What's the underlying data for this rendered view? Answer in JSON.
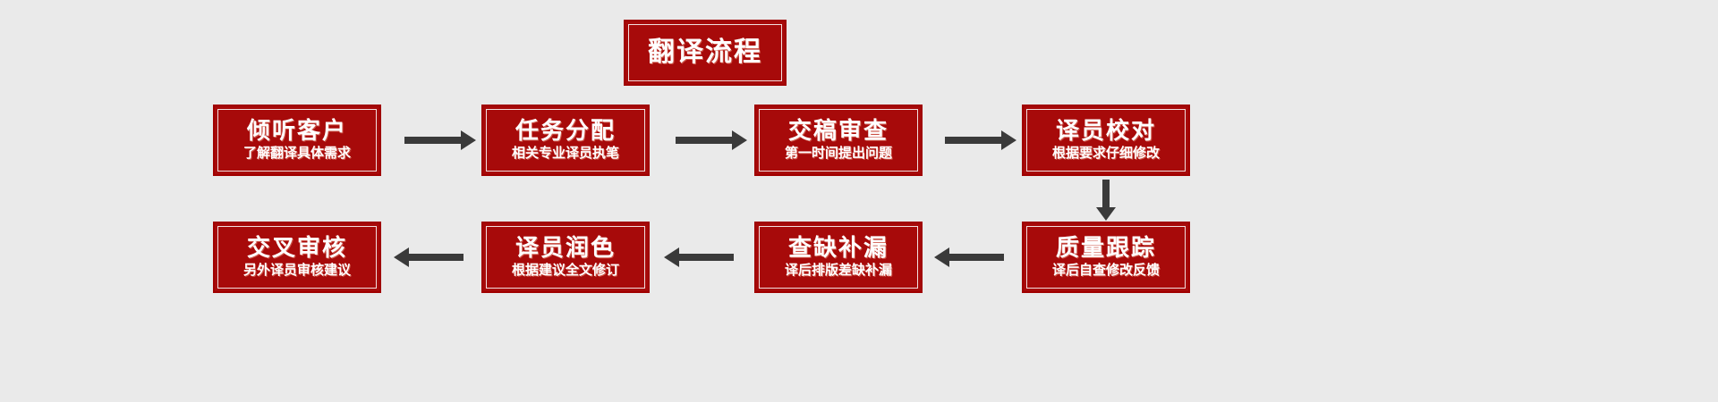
{
  "diagram": {
    "title": "翻译流程",
    "background_color": "#eaeaea",
    "box_color": "#a70a0a",
    "text_color": "#ffffff",
    "arrow_color": "#3a3a3a",
    "row1": [
      {
        "title": "倾听客户",
        "sub": "了解翻译具体需求"
      },
      {
        "title": "任务分配",
        "sub": "相关专业译员执笔"
      },
      {
        "title": "交稿审查",
        "sub": "第一时间提出问题"
      },
      {
        "title": "译员校对",
        "sub": "根据要求仔细修改"
      }
    ],
    "row2": [
      {
        "title": "交叉审核",
        "sub": "另外译员审核建议"
      },
      {
        "title": "译员润色",
        "sub": "根据建议全文修订"
      },
      {
        "title": "查缺补漏",
        "sub": "译后排版差缺补漏"
      },
      {
        "title": "质量跟踪",
        "sub": "译后自查修改反馈"
      }
    ]
  }
}
